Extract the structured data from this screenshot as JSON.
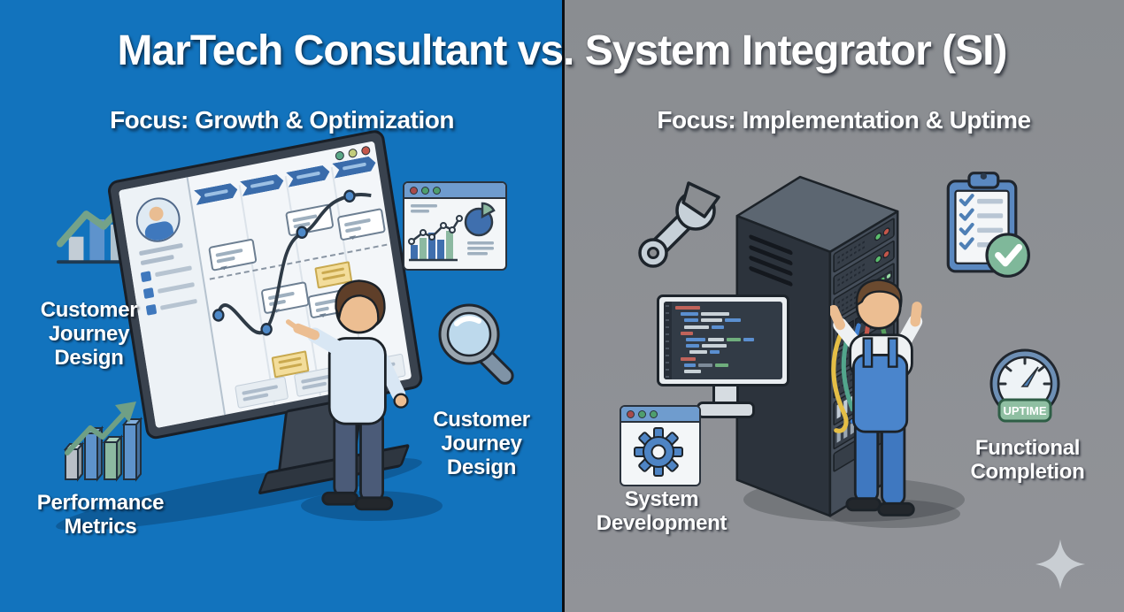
{
  "meta": {
    "type": "comparison-infographic"
  },
  "title": "MarTech Consultant vs. System Integrator (SI)",
  "left_panel": {
    "background": "#1273bd",
    "subtitle": "Focus: Growth & Optimization",
    "labels": {
      "customer_journey_top_left": "Customer\nJourney\nDesign",
      "customer_journey_mid_right": "Customer\nJourney\nDesign",
      "performance_metrics": "Performance\nMetrics"
    },
    "icons": [
      {
        "name": "growth-bar-chart-icon",
        "desc": "bar chart with rising green arrow"
      },
      {
        "name": "journey-map-monitor",
        "desc": "consultant pointing at customer journey map on large monitor"
      },
      {
        "name": "analytics-dashboard-icon",
        "desc": "mini browser card with bar, line and pie charts"
      },
      {
        "name": "magnifier-icon",
        "desc": "magnifying glass"
      },
      {
        "name": "3d-bar-growth-icon",
        "desc": "small 3D bar chart with rising arrow"
      }
    ],
    "colors": {
      "accent_green": "#74a289",
      "accent_blue": "#5e93cc",
      "sticky_yellow": "#f3dd9b"
    }
  },
  "right_panel": {
    "background": "#8b8e92",
    "subtitle": "Focus: Implementation & Uptime",
    "labels": {
      "system_development": "System\nDevelopment",
      "functional_completion": "Functional\nCompletion"
    },
    "gauge_badge": "UPTIME",
    "icons": [
      {
        "name": "wrench-icon",
        "desc": "steel wrench"
      },
      {
        "name": "server-rack",
        "desc": "technician plugging colored cables into server rack"
      },
      {
        "name": "checklist-clipboard-icon",
        "desc": "clipboard checklist with green check circle"
      },
      {
        "name": "code-monitor-icon",
        "desc": "desktop monitor showing code editor"
      },
      {
        "name": "gear-window-icon",
        "desc": "app window with blue gear"
      },
      {
        "name": "uptime-gauge-icon",
        "desc": "speedometer gauge labeled UPTIME"
      },
      {
        "name": "sparkle-icon",
        "desc": "four-point sparkle"
      }
    ],
    "colors": {
      "cable_yellow": "#e4be46",
      "cable_blue": "#3f7fd0",
      "cable_red": "#c4574b",
      "cable_teal": "#52a58c",
      "check_green": "#7fb89a"
    }
  }
}
